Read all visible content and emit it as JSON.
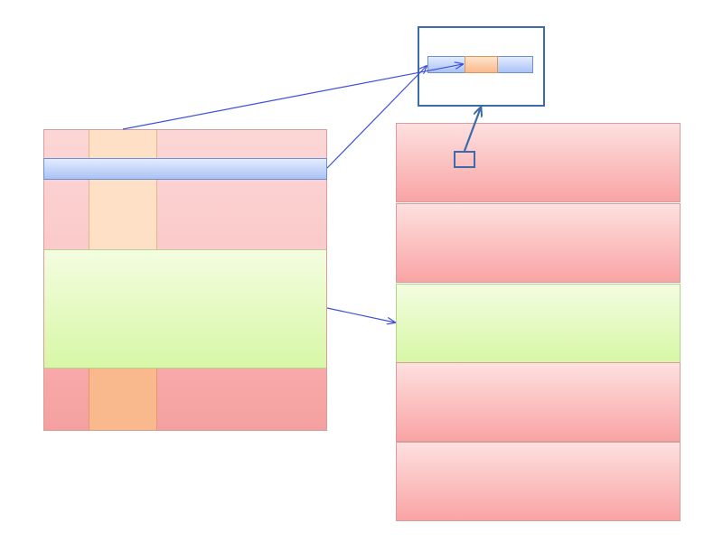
{
  "diagram": {
    "colors": {
      "pink": "#fbcaca",
      "pink_dark": "#f5a0a0",
      "green": "#d7f7a6",
      "peach": "#fde0c6",
      "orange": "#f9b98c",
      "blue": "#a9c2f5",
      "connector": "#3f4fdc",
      "zoom_border": "#3d6aa8"
    },
    "left_matrix": {
      "bands": [
        "pink",
        "green",
        "pink-dark"
      ],
      "highlighted_row": "blue",
      "highlighted_column": "orange"
    },
    "right_stack": {
      "blocks": [
        "pink",
        "pink",
        "green",
        "pink",
        "pink"
      ]
    },
    "zoom_box": {
      "segments": [
        "blue",
        "orange",
        "blue"
      ]
    },
    "arrows": [
      "left-highlight-row-to-zoom-row",
      "left-green-band-to-right-green-block",
      "small-marker-to-zoom-box"
    ]
  }
}
